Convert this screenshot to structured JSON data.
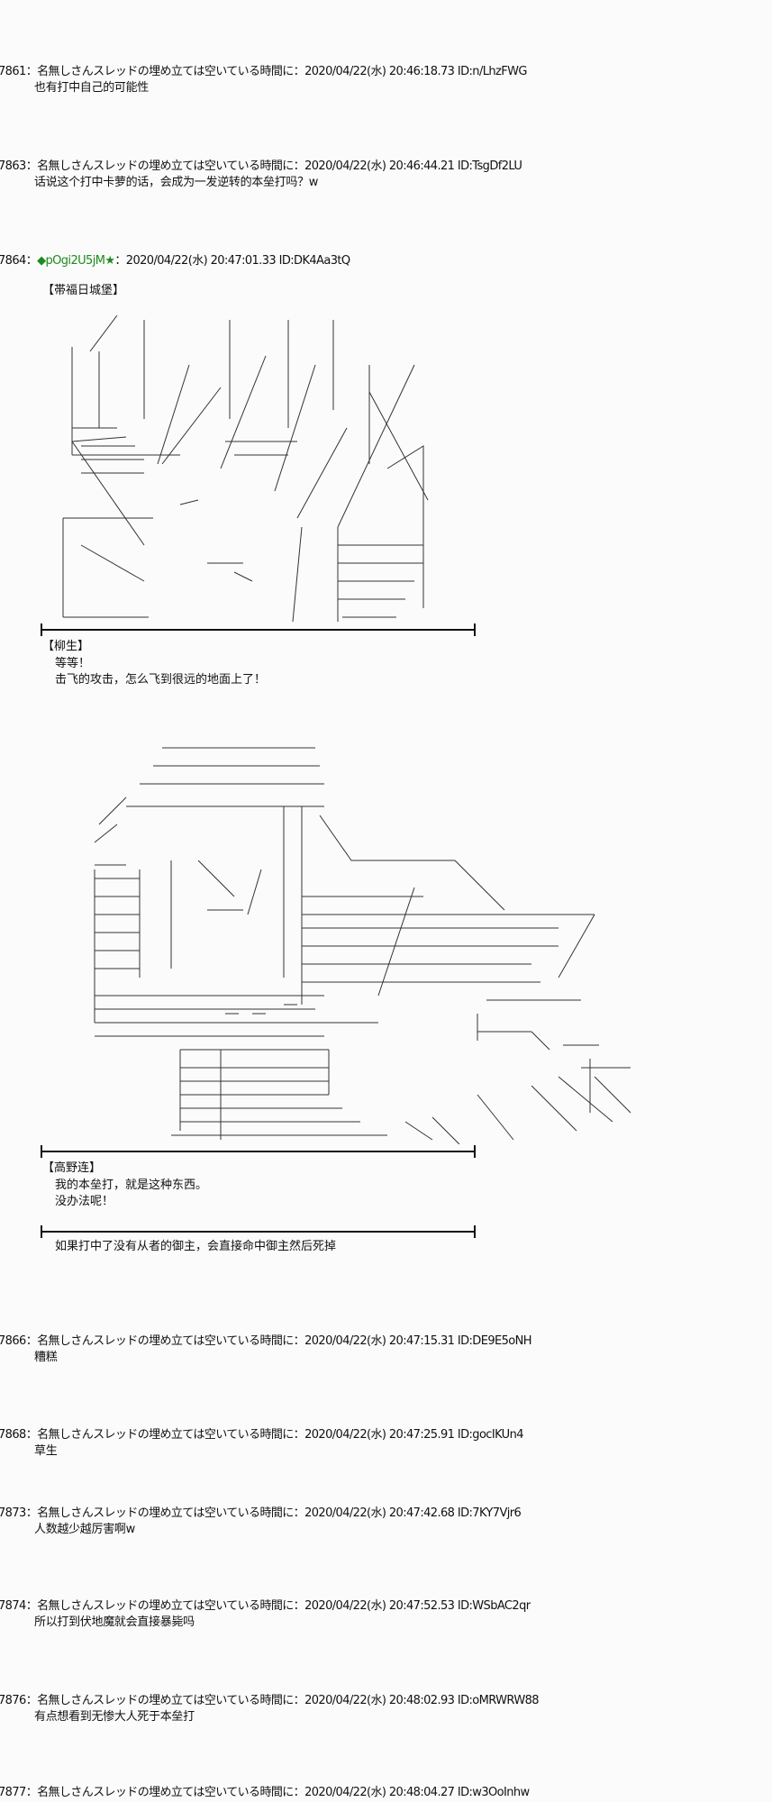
{
  "posts": [
    {
      "num": "7861",
      "name": "名無しさんスレッドの埋め立ては空いている時間に",
      "date": "2020/04/22(水) 20:46:18.73",
      "id": "ID:n/LhzFWG",
      "body": "也有打中自己的可能性"
    },
    {
      "num": "7863",
      "name": "名無しさんスレッドの埋め立ては空いている時間に",
      "date": "2020/04/22(水) 20:46:44.21",
      "id": "ID:TsgDf2LU",
      "body": "话说这个打中卡萝的话，会成为一发逆转的本垒打吗？w"
    },
    {
      "num": "7864",
      "trip": "◆pOgi2U5jM★",
      "date": "2020/04/22(水) 20:47:01.33",
      "id": "ID:DK4Aa3tQ"
    },
    {
      "num": "7866",
      "name": "名無しさんスレッドの埋め立ては空いている時間に",
      "date": "2020/04/22(水) 20:47:15.31",
      "id": "ID:DE9E5oNH",
      "body": "糟糕"
    },
    {
      "num": "7868",
      "name": "名無しさんスレッドの埋め立ては空いている時間に",
      "date": "2020/04/22(水) 20:47:25.91",
      "id": "ID:gocIKUn4",
      "body": "草生"
    },
    {
      "num": "7873",
      "name": "名無しさんスレッドの埋め立ては空いている時間に",
      "date": "2020/04/22(水) 20:47:42.68",
      "id": "ID:7KY7Vjr6",
      "body": "人数越少越厉害啊w"
    },
    {
      "num": "7874",
      "name": "名無しさんスレッドの埋め立ては空いている時間に",
      "date": "2020/04/22(水) 20:47:52.53",
      "id": "ID:WSbAC2qr",
      "body": "所以打到伏地魔就会直接暴毙吗"
    },
    {
      "num": "7876",
      "name": "名無しさんスレッドの埋め立ては空いている時間に",
      "date": "2020/04/22(水) 20:48:02.93",
      "id": "ID:oMRWRW88",
      "body": "有点想看到无惨大人死于本垒打"
    },
    {
      "num": "7877",
      "name": "名無しさんスレッドの埋め立ては空いている時間に",
      "date": "2020/04/22(水) 20:48:04.27",
      "id": "ID:w3OoInhw"
    }
  ],
  "story": {
    "scene_title": "【帯福日城堡】",
    "speaker1": "【柳生】",
    "line1a": "等等！",
    "line1b": "击飞的攻击，怎么飞到很远的地面上了！",
    "speaker2": "【高野连】",
    "line2a": "我的本垒打，就是这种东西。",
    "line2b": "没办法呢！",
    "narration": "如果打中了没有从者的御主，会直接命中御主然后死掉"
  },
  "colors": {
    "trip": "#1d8a1d",
    "background": "#fbfbfb"
  }
}
